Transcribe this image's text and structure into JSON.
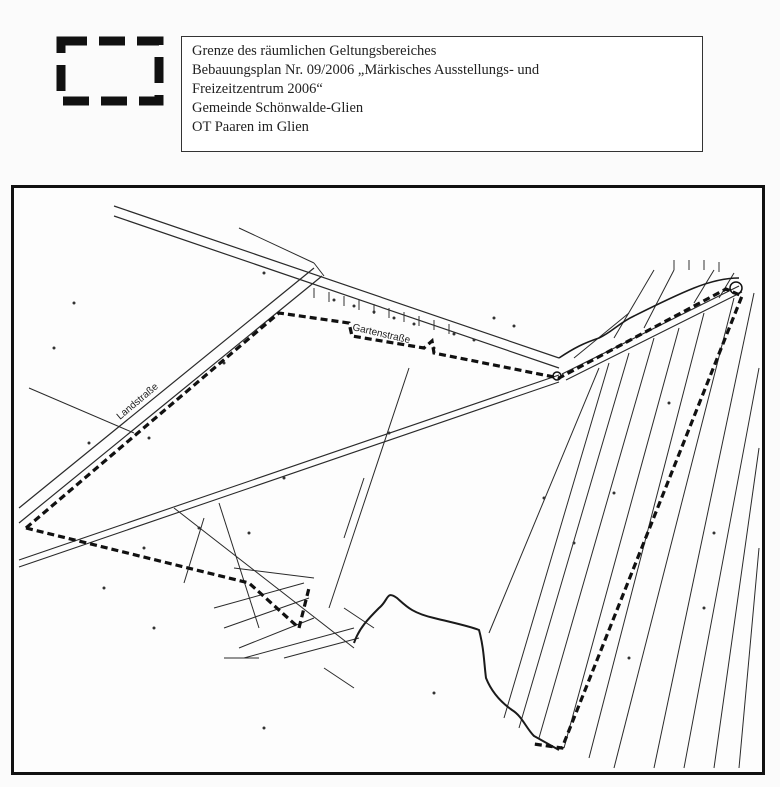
{
  "legend": {
    "symbol_icon": "dashed-boundary-rectangle-icon",
    "lines": [
      "Grenze des räumlichen Geltungsbereiches",
      "Bebauungsplan Nr. 09/2006 „Märkisches Ausstellungs- und",
      "Freizeitzentrum 2006“",
      "Gemeinde Schönwalde-Glien",
      "OT Paaren im Glien"
    ]
  },
  "map": {
    "street_labels": {
      "gartenstrasse": "Gartenstraße",
      "landstrasse": "Landstraße"
    },
    "colors": {
      "line": "#2a2a2a",
      "boundary": "#111111",
      "paper": "#fdfdfd"
    }
  }
}
